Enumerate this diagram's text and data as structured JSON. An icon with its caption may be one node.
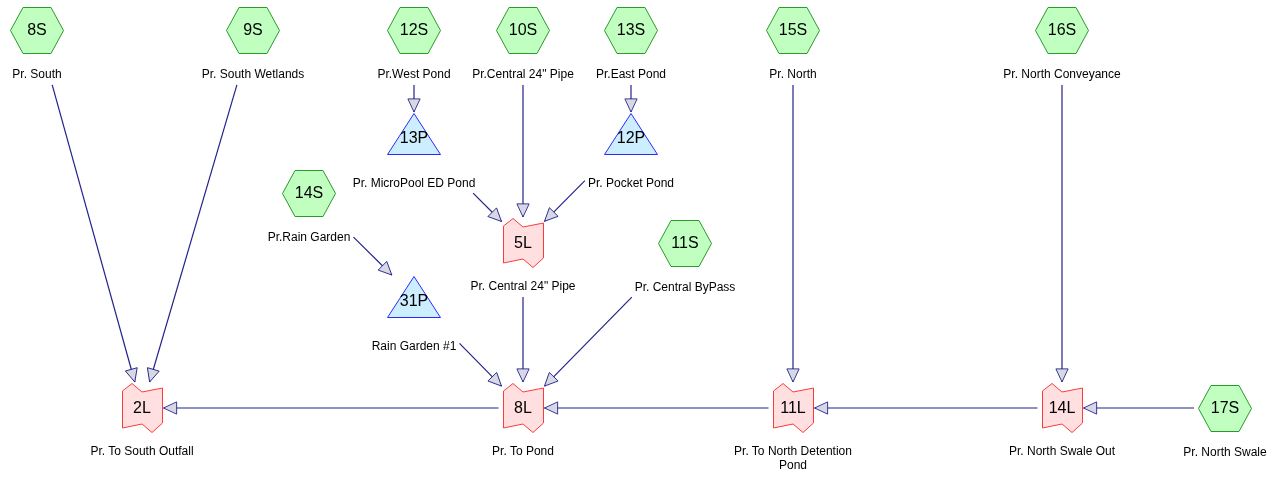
{
  "diagram": {
    "nodes": [
      {
        "text": [
          "8S"
        ],
        "beside": [
          "Pr. South"
        ]
      },
      {
        "text": [
          "9S"
        ],
        "beside": [
          "Pr. South Wetlands"
        ]
      },
      {
        "text": [
          "12S"
        ],
        "beside": [
          "Pr.West Pond"
        ]
      },
      {
        "text": [
          "10S"
        ],
        "beside": [
          "Pr.Central 24\" Pipe"
        ]
      },
      {
        "text": [
          "13S"
        ],
        "beside": [
          "Pr.East Pond"
        ]
      },
      {
        "text": [
          "15S"
        ],
        "beside": [
          "Pr. North"
        ]
      },
      {
        "text": [
          "16S"
        ],
        "beside": [
          "Pr. North Conveyance"
        ]
      },
      {
        "text": [
          "13P"
        ],
        "beside": [
          "Pr. MicroPool ED Pond"
        ]
      },
      {
        "text": [
          "12P"
        ],
        "beside": [
          "Pr. Pocket Pond"
        ]
      },
      {
        "text": [
          "14S"
        ],
        "beside": [
          "Pr.Rain Garden"
        ]
      },
      {
        "text": [
          "5L"
        ],
        "beside": [
          "Pr. Central 24\" Pipe"
        ]
      },
      {
        "text": [
          "11S"
        ],
        "beside": [
          "Pr. Central ByPass"
        ]
      },
      {
        "text": [
          "31P"
        ],
        "beside": [
          "Rain Garden #1"
        ]
      },
      {
        "text": [
          "2L"
        ],
        "beside": [
          "Pr. To South Outfall"
        ]
      },
      {
        "text": [
          "8L"
        ],
        "beside": [
          "Pr. To Pond"
        ]
      },
      {
        "text": [
          "11L"
        ],
        "beside": [
          "Pr. To North Detention Pond"
        ]
      },
      {
        "text": [
          "14L"
        ],
        "beside": [
          "Pr. North Swale Out"
        ]
      },
      {
        "text": [
          "17S"
        ],
        "beside": [
          "Pr. North Swale"
        ]
      }
    ],
    "edges": [
      {
        "from": 0,
        "to": 13,
        "arrow": "to"
      },
      {
        "from": 1,
        "to": 13,
        "arrow": "to"
      },
      {
        "from": 2,
        "to": 7,
        "arrow": "to"
      },
      {
        "from": 3,
        "to": 10,
        "arrow": "to"
      },
      {
        "from": 4,
        "to": 8,
        "arrow": "to"
      },
      {
        "from": 5,
        "to": 15,
        "arrow": "to"
      },
      {
        "from": 6,
        "to": 16,
        "arrow": "to"
      },
      {
        "from": 7,
        "to": 10,
        "arrow": "to"
      },
      {
        "from": 8,
        "to": 10,
        "arrow": "to"
      },
      {
        "from": 9,
        "to": 12,
        "arrow": "to"
      },
      {
        "from": 10,
        "to": 14,
        "arrow": "to"
      },
      {
        "from": 11,
        "to": 14,
        "arrow": "to"
      },
      {
        "from": 12,
        "to": 14,
        "arrow": "to"
      },
      {
        "from": 14,
        "to": 13,
        "arrow": "to"
      },
      {
        "from": 15,
        "to": 14,
        "arrow": "to"
      },
      {
        "from": 16,
        "to": 15,
        "arrow": "to"
      },
      {
        "from": 17,
        "to": 16,
        "arrow": "to"
      }
    ]
  }
}
